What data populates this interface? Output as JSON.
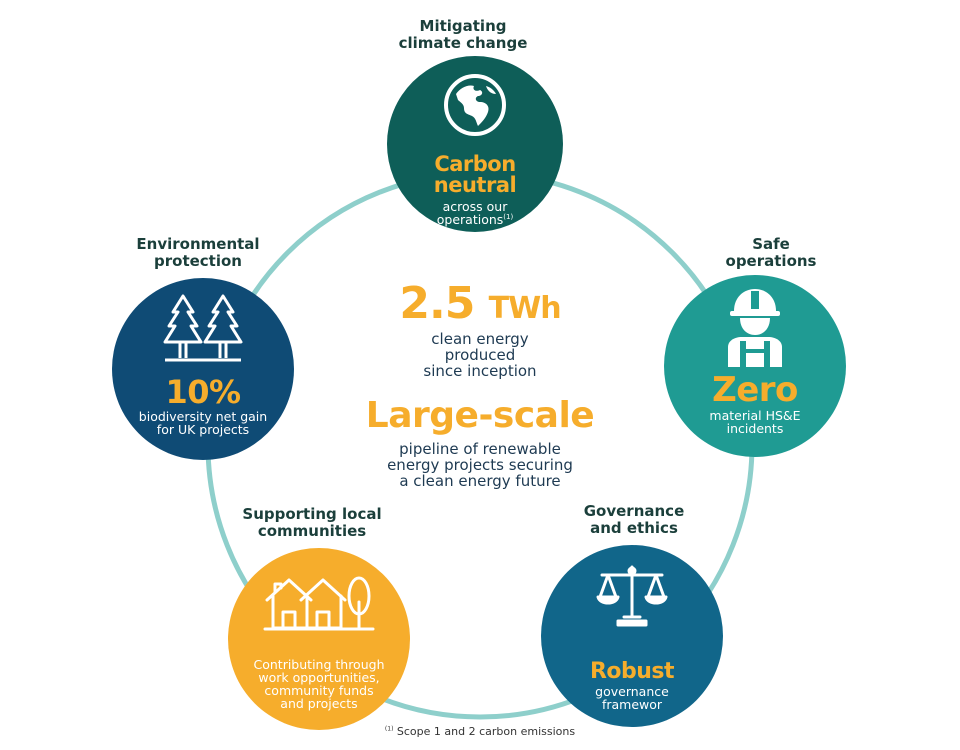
{
  "colors": {
    "ring": "#8ecfcb",
    "climate": "#0e5e58",
    "environment": "#0f4b75",
    "safety": "#1f9b93",
    "governance": "#11668a",
    "communities": "#f6ad2c",
    "accent": "#f6ad2c",
    "heading": "#1b3f3b"
  },
  "center": {
    "stat1_value": "2.5",
    "stat1_unit": "TWh",
    "stat1_lines": [
      "clean energy",
      "produced",
      "since inception"
    ],
    "stat2_value": "Large-scale",
    "stat2_lines": [
      "pipeline of renewable",
      "energy projects securing",
      "a clean energy future"
    ]
  },
  "nodes": {
    "climate": {
      "heading": [
        "Mitigating",
        "climate change"
      ],
      "icon": "globe-icon",
      "value_lines": [
        "Carbon",
        "neutral"
      ],
      "desc_lines": [
        "across our",
        "operations"
      ],
      "note_marker": "(1)"
    },
    "environment": {
      "heading": [
        "Environmental",
        "protection"
      ],
      "icon": "trees-icon",
      "value": "10%",
      "desc_lines": [
        "biodiversity net gain",
        "for UK projects"
      ]
    },
    "safety": {
      "heading": [
        "Safe",
        "operations"
      ],
      "icon": "worker-icon",
      "value": "Zero",
      "desc_lines": [
        "material HS&E",
        "incidents"
      ]
    },
    "governance": {
      "heading": [
        "Governance",
        "and ethics"
      ],
      "icon": "scales-icon",
      "value": "Robust",
      "desc_lines": [
        "governance",
        "framewor"
      ]
    },
    "communities": {
      "heading": [
        "Supporting local",
        "communities"
      ],
      "icon": "houses-icon",
      "desc_lines": [
        "Contributing through",
        "work opportunities,",
        "community funds",
        "and projects"
      ]
    }
  },
  "footnote": {
    "marker": "(1)",
    "text": "Scope 1 and 2 carbon emissions"
  }
}
